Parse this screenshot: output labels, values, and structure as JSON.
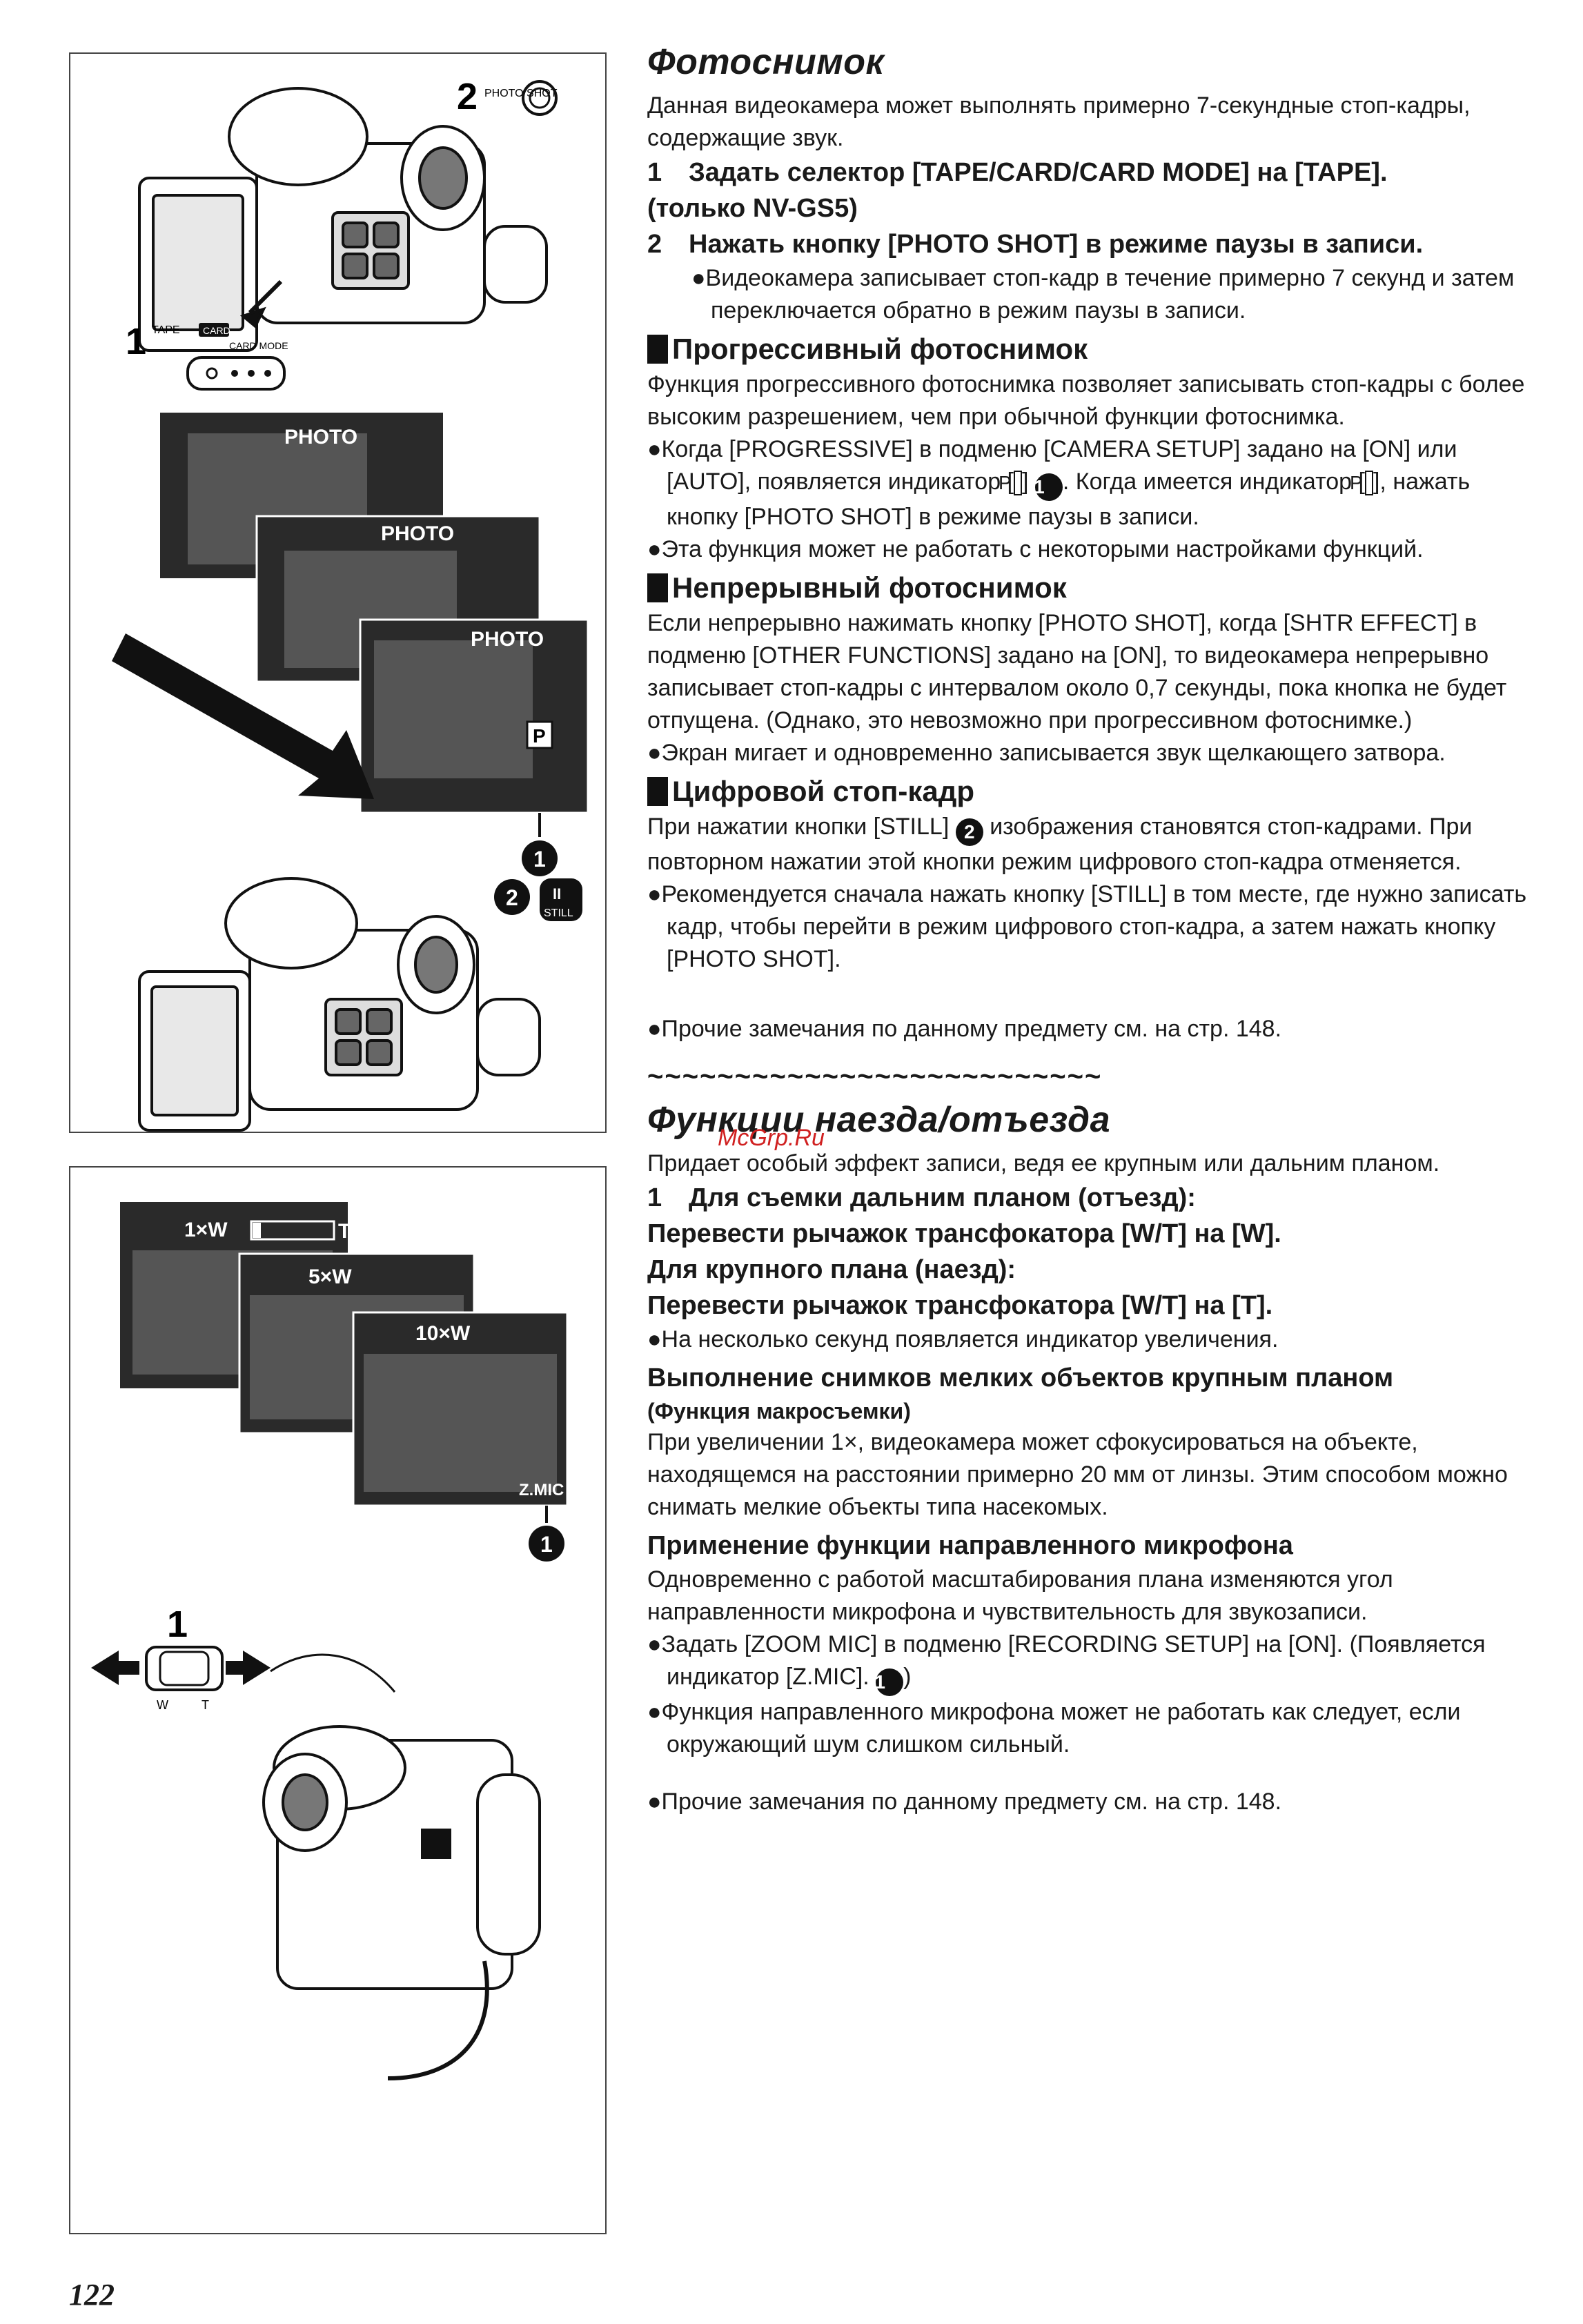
{
  "page_number": "122",
  "watermark": "McGrp.Ru",
  "illustrations": {
    "top": {
      "callout_2": "2",
      "photo_shot_label": "PHOTO SHOT",
      "callout_1": "1",
      "tape_label": "TAPE",
      "card_label": "CARD",
      "card_mode_label": "CARD MODE",
      "photo_label": "PHOTO",
      "progressive_indicator": "P",
      "callout_circle_1": "1",
      "callout_circle_2": "2",
      "still_label": "STILL",
      "still_symbol": "II"
    },
    "bottom": {
      "zoom_1x": "1×W",
      "zoom_1x_t": "T",
      "zoom_5x": "5×W",
      "zoom_10x": "10×W",
      "zmic_label": "Z.MIC",
      "callout_circle_1": "1",
      "callout_1": "1",
      "w_label": "W",
      "t_label": "T"
    }
  },
  "photoshot": {
    "title": "Фотоснимок",
    "intro": "Данная видеокамера может выполнять примерно 7-секундные стоп-кадры, содержащие звук.",
    "step1_num": "1",
    "step1_line1": "Задать селектор [TAPE/CARD/CARD MODE] на [TAPE].",
    "step1_line2": "(только NV-GS5)",
    "step2_num": "2",
    "step2_text": "Нажать кнопку [PHOTO SHOT] в режиме паузы в записи.",
    "step2_bullet": "●Видеокамера записывает стоп-кадр в течение примерно 7 секунд и затем переключается обратно в режим паузы в записи."
  },
  "progressive": {
    "title": "Прогрессивный фотоснимок",
    "body": "Функция прогрессивного фотоснимка позволяет записывать стоп-кадры с более высоким разрешением, чем при обычной функции фотоснимка.",
    "bullet1_a": "●Когда [PROGRESSIVE] в подменю [CAMERA SETUP] задано на [ON] или [AUTO], появляется индикатор [",
    "bullet1_p": "P",
    "bullet1_b": "]",
    "bullet1_circle": "1",
    "bullet1_c": ". Когда имеется индикатор [",
    "bullet1_p2": "P",
    "bullet1_d": "], нажать кнопку [PHOTO SHOT] в режиме паузы в записи.",
    "bullet2": "●Эта функция может не работать с некоторыми настройками функций."
  },
  "continuous": {
    "title": "Непрерывный фотоснимок",
    "body": "Если непрерывно нажимать кнопку [PHOTO SHOT], когда [SHTR EFFECT] в подменю [OTHER FUNCTIONS] задано на [ON], то видеокамера непрерывно записывает стоп-кадры с интервалом около 0,7 секунды, пока кнопка не будет отпущена. (Однако, это невозможно при прогрессивном фотоснимке.)",
    "bullet": "●Экран мигает и одновременно записывается звук щелкающего затвора."
  },
  "digital_still": {
    "title": "Цифровой стоп-кадр",
    "body_a": "При нажатии кнопки [STILL]",
    "body_circle": "2",
    "body_b": "изображения становятся стоп-кадрами. При повторном нажатии этой кнопки режим цифрового стоп-кадра отменяется.",
    "bullet": "●Рекомендуется сначала нажать кнопку [STILL] в том месте, где нужно записать кадр, чтобы перейти в режим цифрового стоп-кадра, а затем нажать кнопку [PHOTO SHOT].",
    "note": "●Прочие замечания по данному предмету см. на стр. 148."
  },
  "divider": "~~~~~~~~~~~~~~~~~~~~~~~~~~",
  "zoom": {
    "title": "Функции наезда/отъезда",
    "intro": "Придает особый эффект записи, ведя ее крупным или дальним планом.",
    "step1_num": "1",
    "step1_l1": "Для съемки дальним планом (отъезд):",
    "step1_l2": "Перевести рычажок трансфокатора [W/T] на [W].",
    "step1_l3": "Для крупного плана (наезд):",
    "step1_l4": "Перевести рычажок трансфокатора [W/T] на [T].",
    "bullet1": "●На несколько секунд появляется индикатор увеличения.",
    "macro_title": "Выполнение снимков мелких объектов крупным планом",
    "macro_sub": "(Функция макросъемки)",
    "macro_body": "При увеличении 1×, видеокамера может сфокусироваться на объекте, находящемся на расстоянии примерно 20 мм от линзы. Этим способом можно снимать мелкие объекты типа насекомых.",
    "mic_title": "Применение функции направленного микрофона",
    "mic_body": "Одновременно с работой масштабирования плана изменяются угол направленности микрофона и чувствительность для звукозаписи.",
    "mic_bullet1_a": "●Задать [ZOOM MIC] в подменю [RECORDING SETUP] на [ON]. (Появляется индикатор [Z.MIC].",
    "mic_bullet1_circle": "1",
    "mic_bullet1_b": ")",
    "mic_bullet2": "●Функция направленного микрофона может не работать как следует, если окружающий шум слишком сильный.",
    "note": "●Прочие замечания по данному предмету см. на стр. 148."
  }
}
